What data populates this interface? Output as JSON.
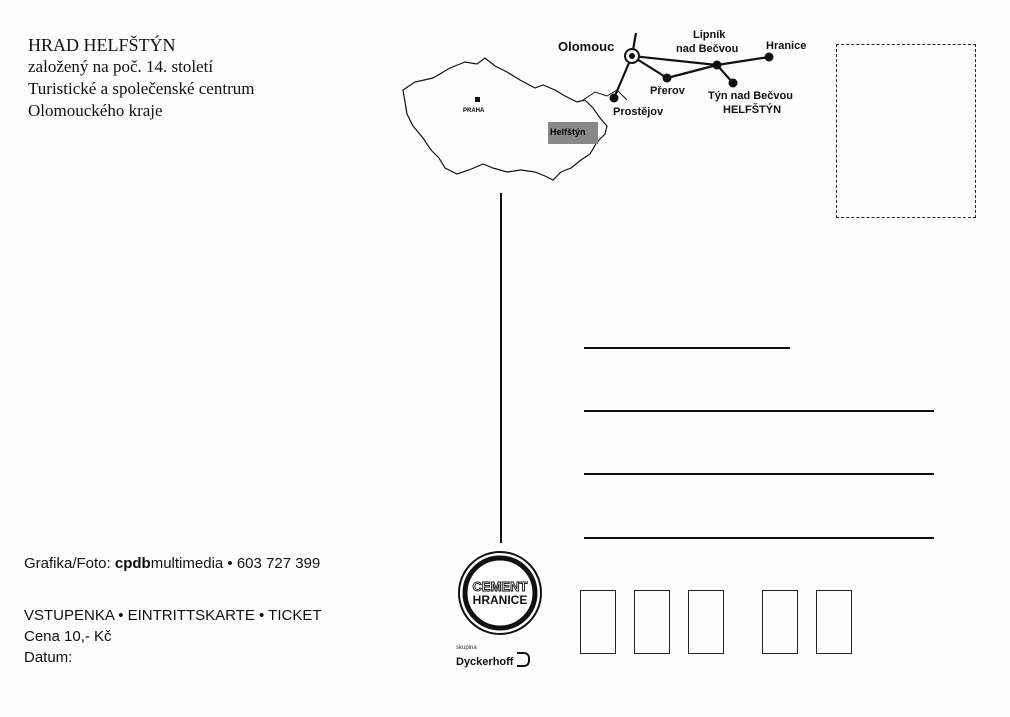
{
  "header": {
    "line1": "HRAD HELFŠTÝN",
    "line2": "založený na poč. 14. století",
    "line3": "Turistické a společenské centrum",
    "line4": "Olomouckého kraje"
  },
  "credits": {
    "prefix": "Grafika/Foto: ",
    "brand_bold": "cpdb",
    "brand_rest": "multimedia",
    "phone": " • 603 727 399"
  },
  "ticket": {
    "line1": "VSTUPENKA • EINTRITTSKARTE • TICKET",
    "line2": "Cena 10,- Kč",
    "line3": "Datum:"
  },
  "map": {
    "capital": "PRAHA",
    "castle_marker": "Helfštýn",
    "cities": {
      "olomouc": "Olomouc",
      "lipnik_1": "Lipník",
      "lipnik_2": "nad Bečvou",
      "hranice": "Hranice",
      "prerov": "Přerov",
      "tyn": "Týn nad Bečvou",
      "helfstyn": "HELFŠTÝN",
      "prostejov": "Prostějov"
    }
  },
  "logo": {
    "line1": "CEMENT",
    "line2": "HRANICE",
    "group_small": "skupina",
    "group_name": "Dyckerhoff"
  }
}
